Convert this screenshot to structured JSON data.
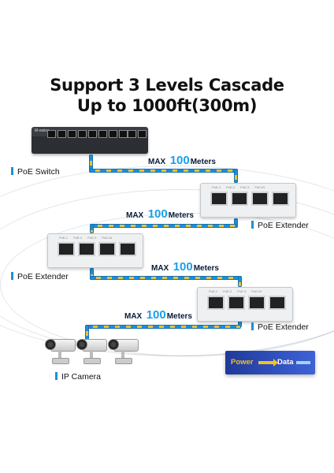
{
  "title": {
    "line1": "Support 3 Levels Cascade",
    "line2": "Up to 1000ft(300m)"
  },
  "switch": {
    "brand": "M-ewise",
    "label": "PoE Switch"
  },
  "extenders": [
    {
      "label": "PoE Extender",
      "port_tags": [
        "PoE-1",
        "PoE-2",
        "PoE-3",
        "PoE-IN"
      ]
    },
    {
      "label": "PoE Extender",
      "port_tags": [
        "PoE-1",
        "PoE-2",
        "PoE-3",
        "PoE-IN"
      ]
    },
    {
      "label": "PoE Extender",
      "port_tags": [
        "PoE-1",
        "PoE-2",
        "PoE-3",
        "PoE-IN"
      ]
    }
  ],
  "distances": [
    {
      "max": "MAX",
      "value": "100",
      "unit": "Meters"
    },
    {
      "max": "MAX",
      "value": "100",
      "unit": "Meters"
    },
    {
      "max": "MAX",
      "value": "100",
      "unit": "Meters"
    },
    {
      "max": "MAX",
      "value": "100",
      "unit": "Meters"
    }
  ],
  "camera": {
    "label": "IP Camera"
  },
  "legend": {
    "power": "Power",
    "data": "Data"
  },
  "colors": {
    "cable_blue": "#1f8fd6",
    "cable_yellow": "#e9c33a",
    "legend_bg": "#2a48b8",
    "number_blue": "#1aa0e8"
  }
}
